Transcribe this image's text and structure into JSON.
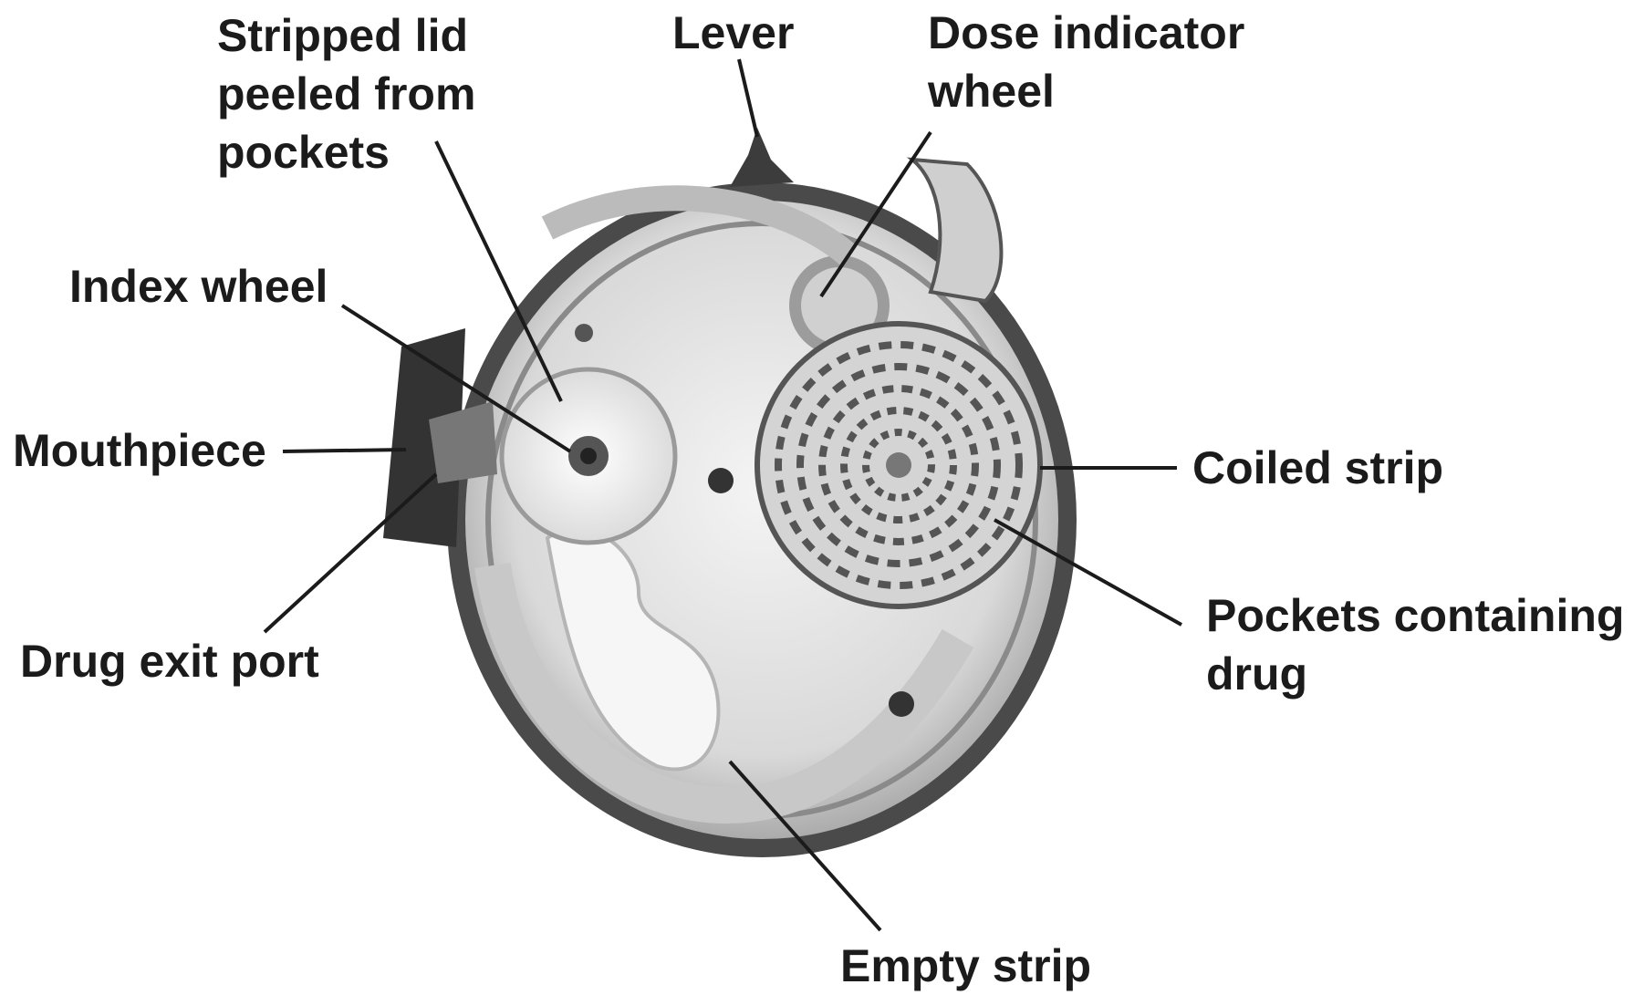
{
  "diagram": {
    "labels": {
      "stripped_lid": "Stripped lid\npeeled from\npockets",
      "lever": "Lever",
      "dose_indicator": "Dose indicator\nwheel",
      "index_wheel": "Index wheel",
      "mouthpiece": "Mouthpiece",
      "drug_exit_port": "Drug exit port",
      "coiled_strip": "Coiled strip",
      "pockets_containing_drug": "Pockets containing\ndrug",
      "empty_strip": "Empty strip"
    }
  }
}
